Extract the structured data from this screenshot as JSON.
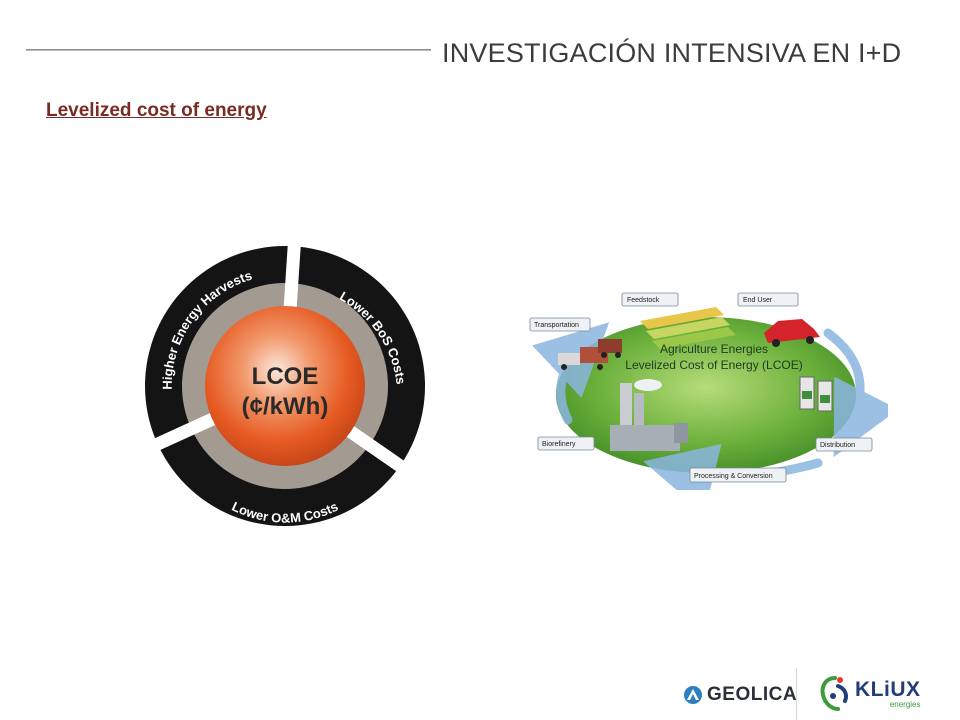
{
  "header": {
    "title": "INVESTIGACIÓN INTENSIVA EN I+D"
  },
  "subtitle": "Levelized cost of energy",
  "lcoe_diagram": {
    "center_line1": "LCOE",
    "center_line2": "(¢/kWh)",
    "segment_top_left": "Higher Energy Harvests",
    "segment_top_right": "Lower BoS Costs",
    "segment_bottom": "Lower O&M Costs",
    "colors": {
      "ring_outer": "#141414",
      "ring_inner": "#a39a92",
      "core": "#e9602a"
    }
  },
  "agri_diagram": {
    "title_line1": "Agriculture Energies",
    "title_line2": "Levelized Cost of Energy (LCOE)",
    "labels": {
      "feedstock": "Feedstock",
      "end_user": "End User",
      "transportation": "Transportation",
      "biorefinery": "Biorefinery",
      "processing": "Processing & Conversion",
      "distribution": "Distribution"
    }
  },
  "footer": {
    "geolica": "GEOLICA",
    "kliux": "KLiUX",
    "kliux_sub": "energies"
  }
}
